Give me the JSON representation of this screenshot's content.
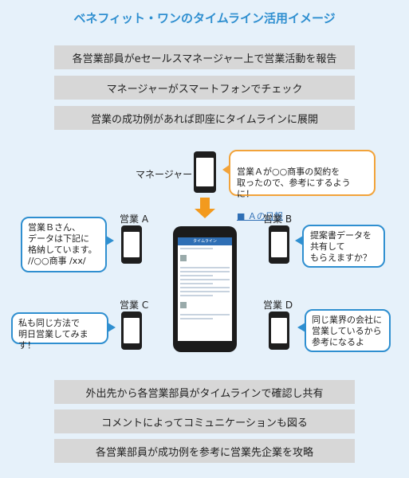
{
  "title": "ベネフィット・ワンのタイムライン活用イメージ",
  "top_boxes": [
    "各営業部員がeセールスマネージャー上で営業活動を報告",
    "マネージャーがスマートフォンでチェック",
    "営業の成功例があれば即座にタイムラインに展開"
  ],
  "bottom_boxes": [
    "外出先から各営業部員がタイムラインで確認し共有",
    "コメントによってコミュニケーションも図る",
    "各営業部員が成功例を参考に営業先企業を攻略"
  ],
  "manager": {
    "label": "マネージャー",
    "bubble": "営業Ａが○○商事の契約を\n取ったので、参考にするように！",
    "link": "■ Ａの日報"
  },
  "actors": {
    "a": {
      "label": "営業 A",
      "bubble": "営業Ｂさん、\nデータは下記に\n格納しています。\n//○○商事 /xx/"
    },
    "b": {
      "label": "営業 B",
      "bubble": "提案書データを\n共有して\nもらえますか？"
    },
    "c": {
      "label": "営業 C",
      "bubble": "私も同じ方法で\n明日営業してみます！"
    },
    "d": {
      "label": "営業 D",
      "bubble": "同じ業界の会社に\n営業しているから\n参考になるよ"
    }
  },
  "screen": {
    "header": "タイムライン"
  },
  "colors": {
    "accent": "#2f8fd0",
    "arrow": "#f39a1e",
    "bubble_orange": "#f2a33a",
    "box_gray": "#d7d7d7",
    "background": "#e6f1fa"
  }
}
